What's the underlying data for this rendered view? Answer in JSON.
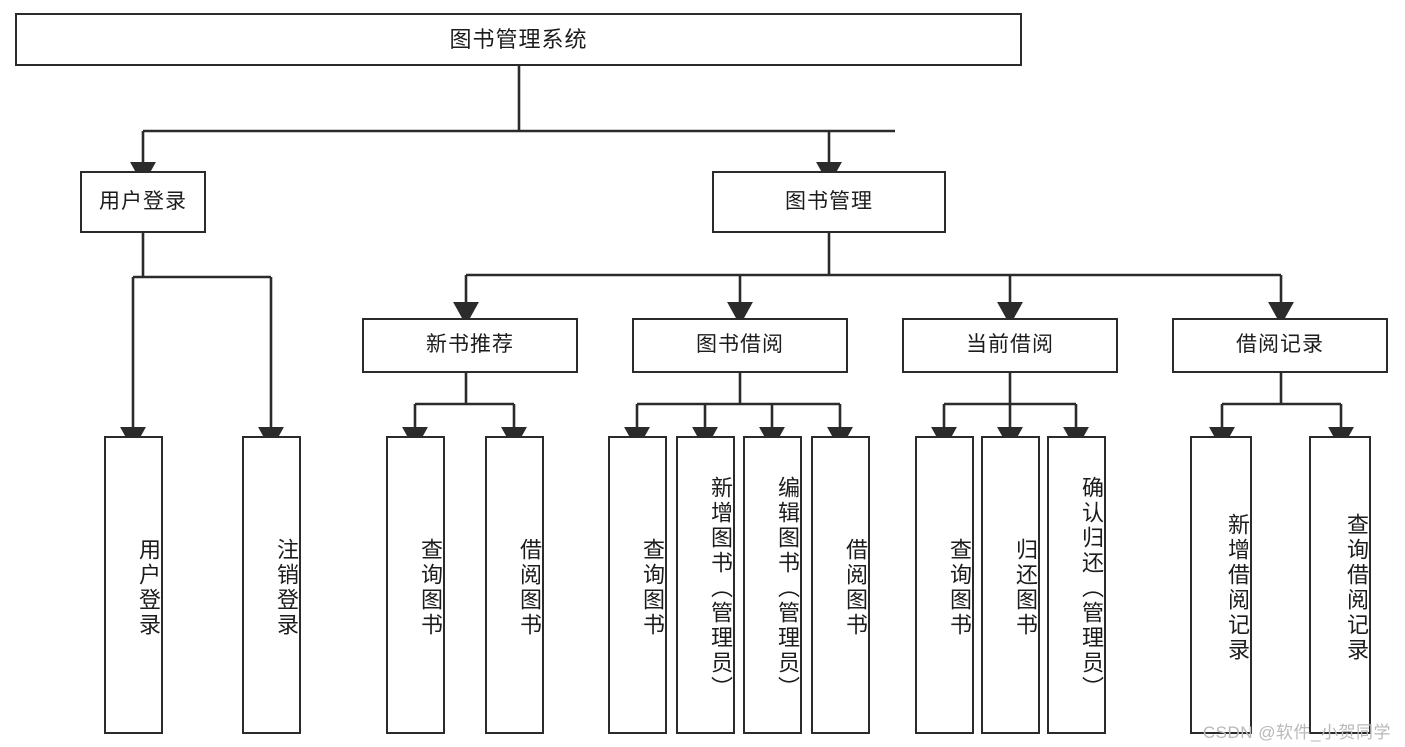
{
  "diagram": {
    "type": "tree",
    "title": "图书管理系统",
    "orientation": "top-down",
    "colors": {
      "box_border": "#2b2b2b",
      "box_fill": "#ffffff",
      "edge": "#2b2b2b",
      "text": "#1c1c1c",
      "watermark": "#b9b9b9"
    },
    "nodes": {
      "root": {
        "label": "图书管理系统"
      },
      "level2": [
        {
          "id": "user-login",
          "label": "用户登录"
        },
        {
          "id": "book-manage",
          "label": "图书管理"
        }
      ],
      "level3": [
        {
          "id": "new-book-recommend",
          "label": "新书推荐"
        },
        {
          "id": "book-borrow",
          "label": "图书借阅"
        },
        {
          "id": "current-borrow",
          "label": "当前借阅"
        },
        {
          "id": "borrow-record",
          "label": "借阅记录"
        }
      ],
      "leaves": {
        "user-login": [
          {
            "id": "leaf-user-login",
            "label": "用户登录"
          },
          {
            "id": "leaf-logout-login",
            "label": "注销登录"
          }
        ],
        "new-book-recommend": [
          {
            "id": "leaf-query-book-1",
            "label": "查询图书"
          },
          {
            "id": "leaf-borrow-book-1",
            "label": "借阅图书"
          }
        ],
        "book-borrow": [
          {
            "id": "leaf-query-book-2",
            "label": "查询图书"
          },
          {
            "id": "leaf-add-book",
            "label": "新增图书（管理员）"
          },
          {
            "id": "leaf-edit-book",
            "label": "编辑图书（管理员）"
          },
          {
            "id": "leaf-borrow-book-2",
            "label": "借阅图书"
          }
        ],
        "current-borrow": [
          {
            "id": "leaf-query-book-3",
            "label": "查询图书"
          },
          {
            "id": "leaf-return-book",
            "label": "归还图书"
          },
          {
            "id": "leaf-confirm-return",
            "label": "确认归还（管理员）"
          }
        ],
        "borrow-record": [
          {
            "id": "leaf-add-record",
            "label": "新增借阅记录"
          },
          {
            "id": "leaf-query-record",
            "label": "查询借阅记录"
          }
        ]
      }
    },
    "watermark": "CSDN @软件_小贺同学"
  }
}
